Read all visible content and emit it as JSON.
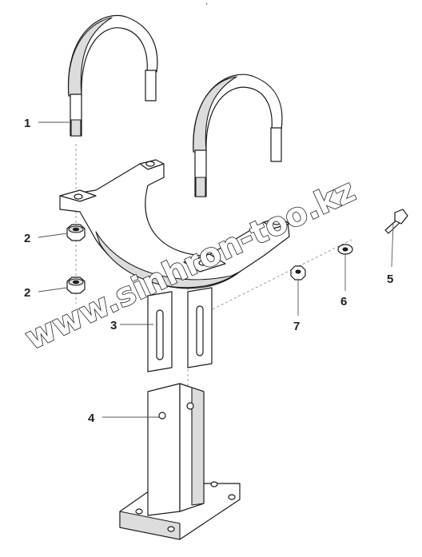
{
  "diagram": {
    "top_mark": "ℹ.",
    "watermark": "www.sinhron-too.kz",
    "callouts": [
      {
        "id": "c1",
        "label": "1"
      },
      {
        "id": "c2a",
        "label": "2"
      },
      {
        "id": "c2b",
        "label": "2"
      },
      {
        "id": "c3",
        "label": "3"
      },
      {
        "id": "c4",
        "label": "4"
      },
      {
        "id": "c5",
        "label": "5"
      },
      {
        "id": "c6",
        "label": "6"
      },
      {
        "id": "c7",
        "label": "7"
      }
    ]
  }
}
